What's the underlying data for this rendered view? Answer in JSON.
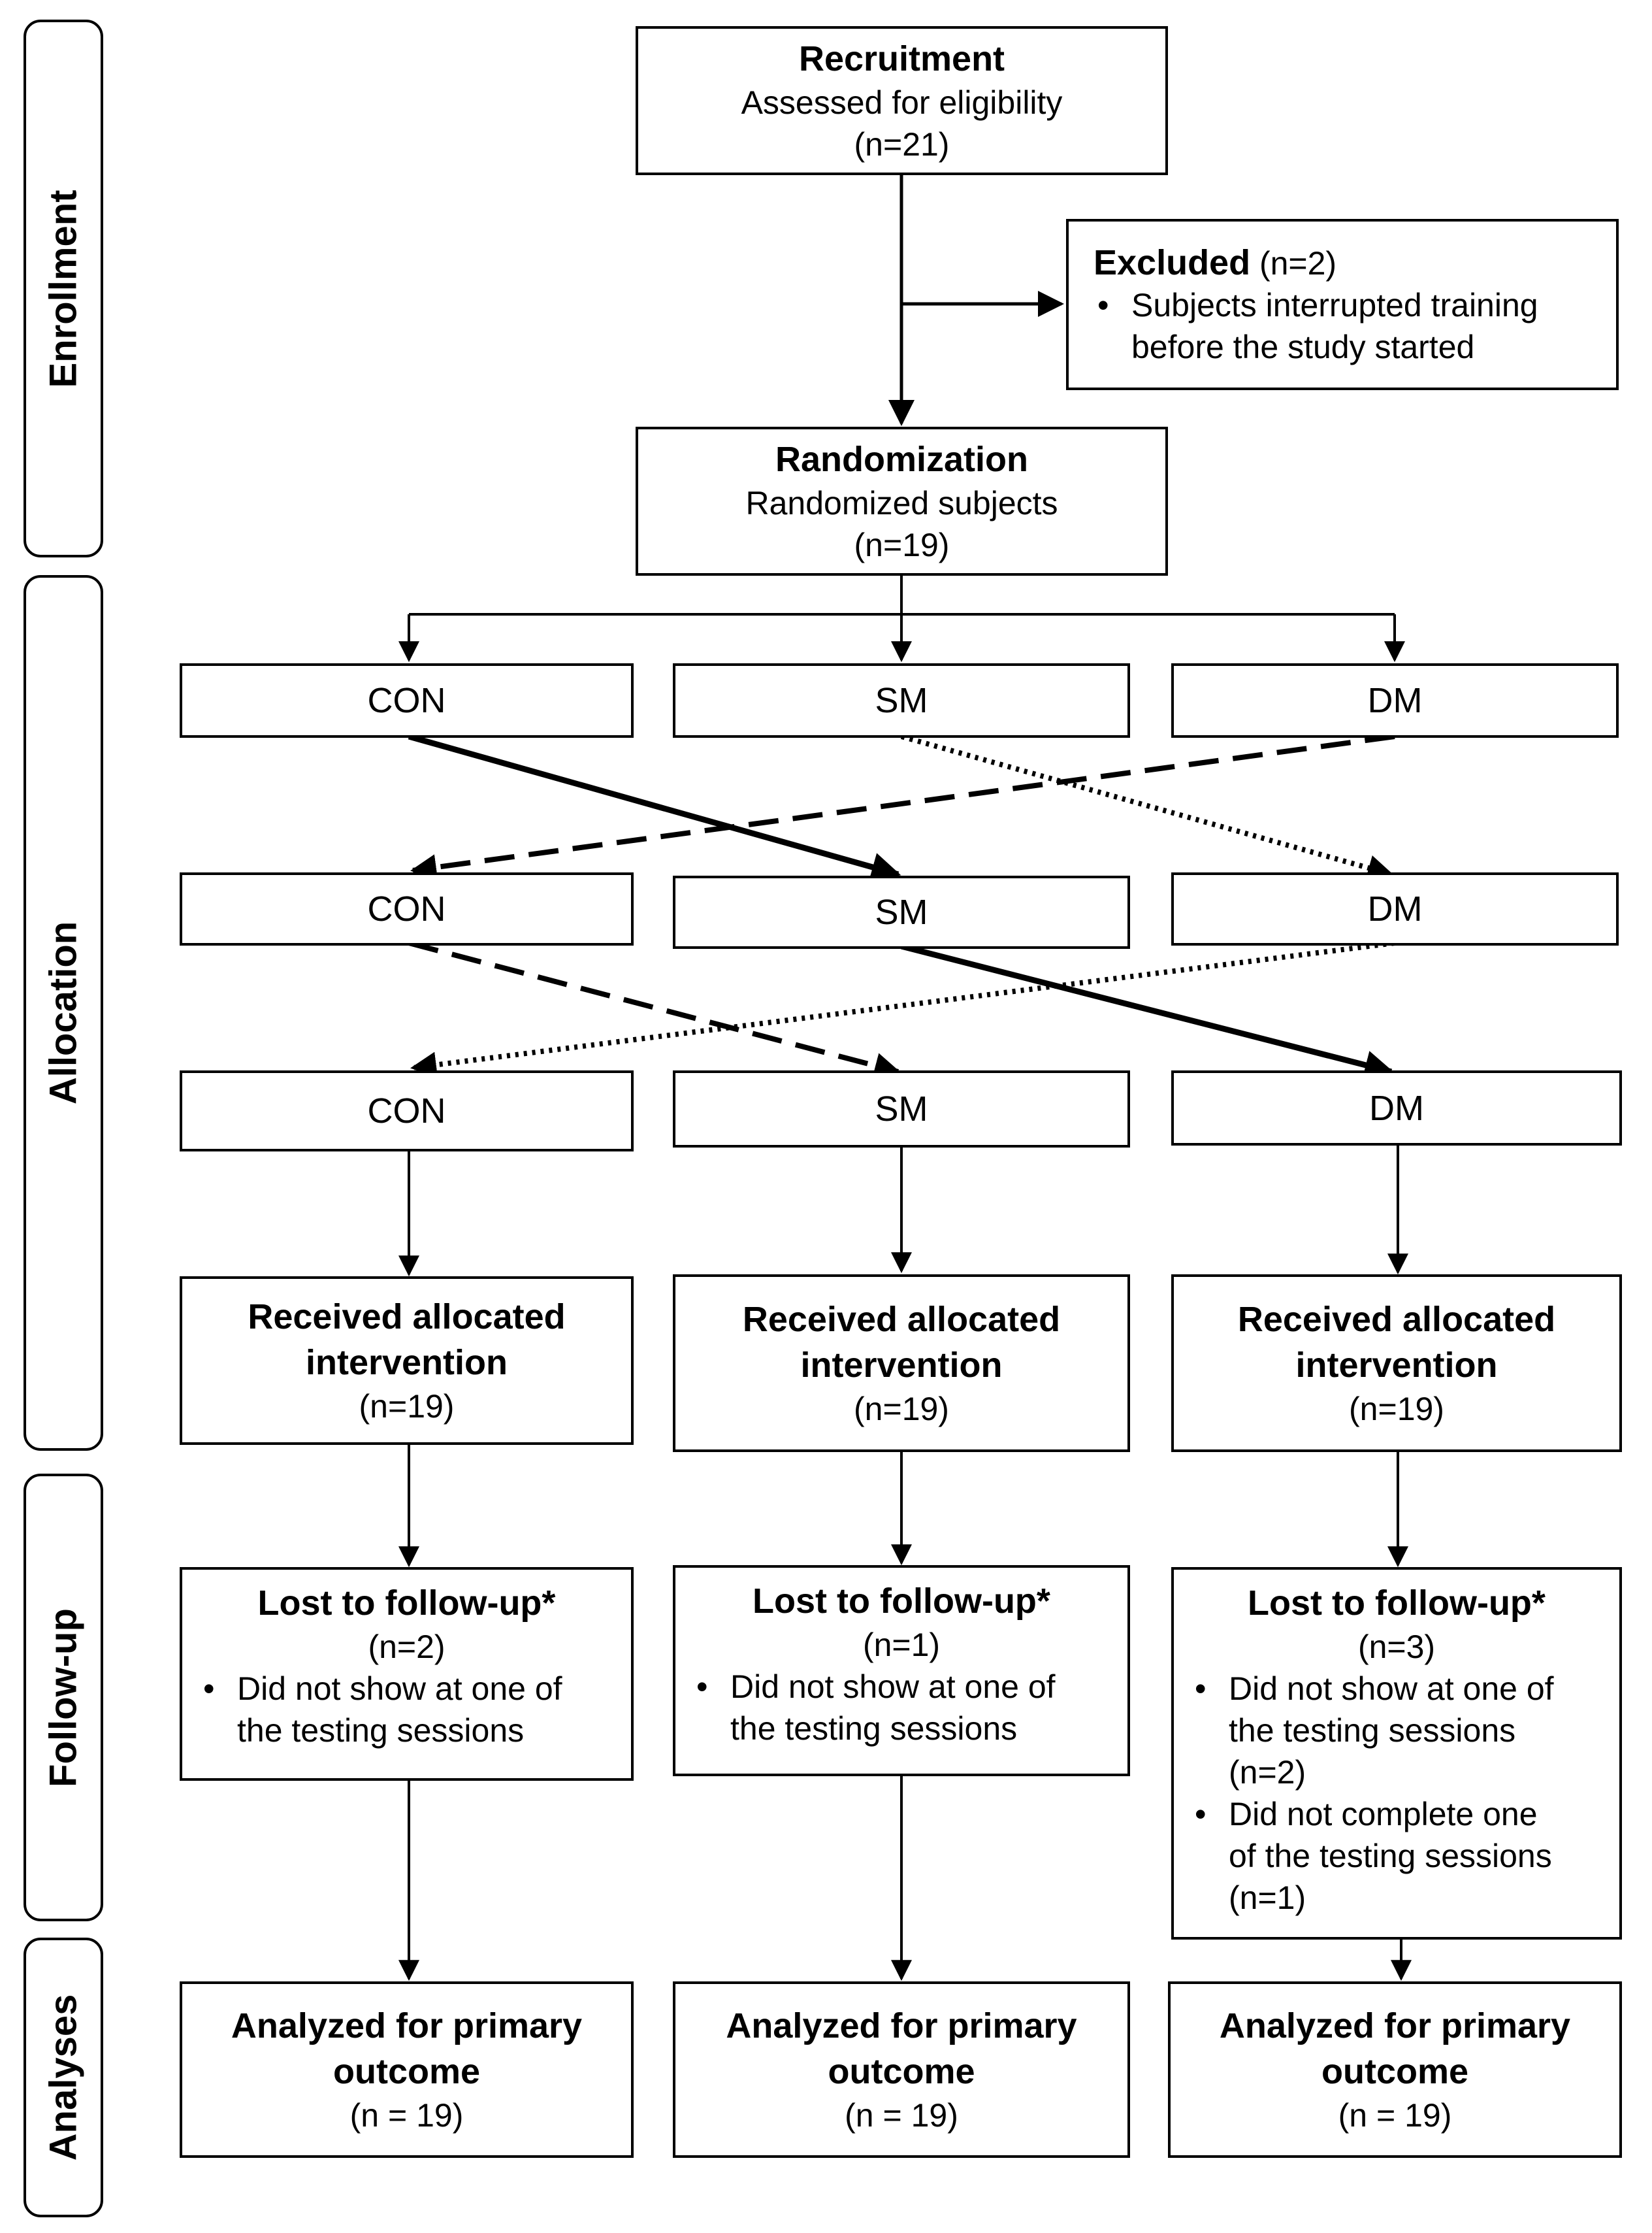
{
  "stages": {
    "enrollment": "Enrollment",
    "allocation": "Allocation",
    "followup": "Follow-up",
    "analyses": "Analyses"
  },
  "recruitment": {
    "title": "Recruitment",
    "subtitle": "Assessed for eligibility",
    "n": "(n=21)"
  },
  "excluded": {
    "title": "Excluded",
    "n": " (n=2)",
    "bullets": [
      "Subjects interrupted training",
      "before the study started"
    ]
  },
  "randomization": {
    "title": "Randomization",
    "subtitle": "Randomized subjects",
    "n": "(n=19)"
  },
  "groups": [
    "CON",
    "SM",
    "DM"
  ],
  "received": {
    "title_line1": "Received allocated",
    "title_line2": "intervention",
    "n": "(n=19)"
  },
  "lost": [
    {
      "title": "Lost to follow-up*",
      "n": "(n=2)",
      "bullet_line1": "Did not show at one of",
      "bullet_line2": "the testing sessions"
    },
    {
      "title": "Lost to follow-up*",
      "n": "(n=1)",
      "bullet_line1": "Did not show at one of",
      "bullet_line2": "the testing sessions"
    },
    {
      "title": "Lost to follow-up*",
      "n": "(n=3)",
      "bullet_line1": "Did not show at one of",
      "bullet_line2": "the testing sessions",
      "bullet_line3": "(n=2)",
      "bullet2_line1": "Did not complete one",
      "bullet2_line2": "of the testing sessions",
      "bullet2_line3": "(n=1)"
    }
  ],
  "analyzed": {
    "title_line1": "Analyzed for primary",
    "title_line2": "outcome",
    "n": "(n = 19)"
  }
}
